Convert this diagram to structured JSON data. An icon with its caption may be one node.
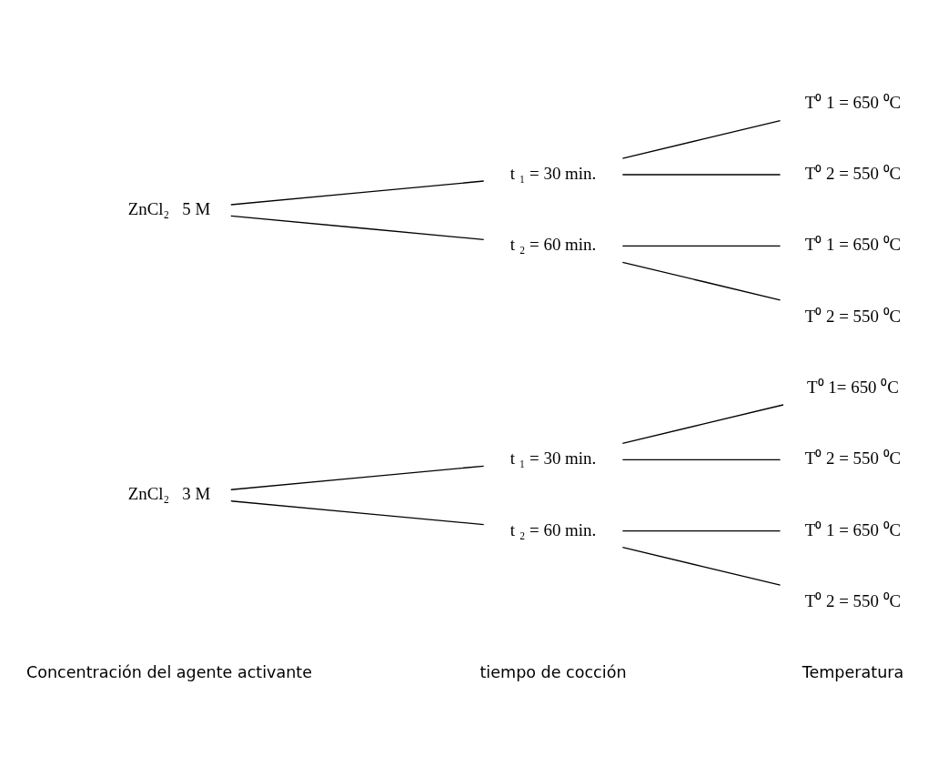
{
  "diagram": {
    "nodes": [
      {
        "text": [
          "ZnCl₂   3 M"
        ]
      },
      {
        "text": [
          "t ₁ = 30 min."
        ]
      },
      {
        "text": [
          "T⁰ 1= 650 ⁰C"
        ]
      },
      {
        "text": [
          "T⁰ 2 = 550 ⁰C"
        ]
      },
      {
        "text": [
          "t ₂ = 60 min."
        ]
      },
      {
        "text": [
          "T⁰ 1 = 650 ⁰C"
        ]
      },
      {
        "text": [
          "T⁰ 2 = 550 ⁰C"
        ]
      },
      {
        "text": [
          "ZnCl₂   5 M"
        ]
      },
      {
        "text": [
          "t ₁ = 30 min."
        ]
      },
      {
        "text": [
          "T⁰ 1 = 650 ⁰C"
        ]
      },
      {
        "text": [
          "T⁰ 2 = 550 ⁰C"
        ]
      },
      {
        "text": [
          "t ₂ = 60 min."
        ]
      },
      {
        "text": [
          "T⁰ 1 = 650 ⁰C"
        ]
      },
      {
        "text": [
          "T⁰ 2 = 550 ⁰C"
        ]
      }
    ],
    "edges": [
      {
        "from": 0,
        "to": 1,
        "arrow": "none"
      },
      {
        "from": 1,
        "to": 2,
        "arrow": "none"
      },
      {
        "from": 1,
        "to": 3,
        "arrow": "none"
      },
      {
        "from": 0,
        "to": 4,
        "arrow": "none"
      },
      {
        "from": 4,
        "to": 5,
        "arrow": "none"
      },
      {
        "from": 4,
        "to": 6,
        "arrow": "none"
      },
      {
        "from": 7,
        "to": 8,
        "arrow": "none"
      },
      {
        "from": 8,
        "to": 9,
        "arrow": "none"
      },
      {
        "from": 8,
        "to": 10,
        "arrow": "none"
      },
      {
        "from": 7,
        "to": 11,
        "arrow": "none"
      },
      {
        "from": 11,
        "to": 12,
        "arrow": "none"
      },
      {
        "from": 11,
        "to": 13,
        "arrow": "none"
      }
    ],
    "labels": [
      "Concentración del agente activante",
      "tiempo de cocción",
      "Temperatura"
    ]
  }
}
